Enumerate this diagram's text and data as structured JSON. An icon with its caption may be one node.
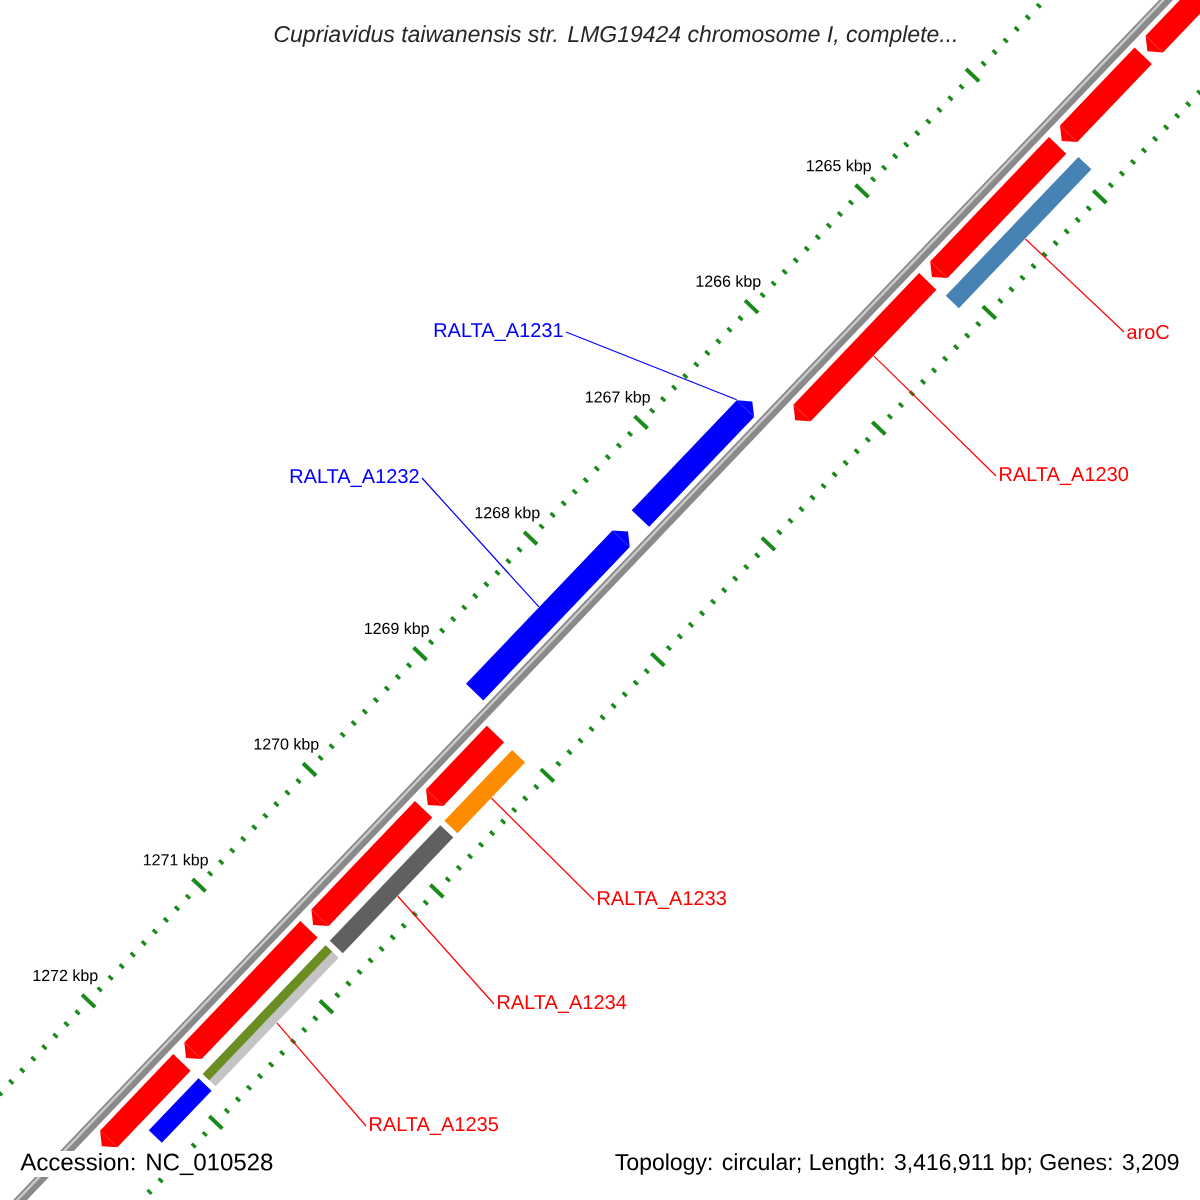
{
  "diagram": {
    "title": "Cupriavidus taiwanensis str. LMG19424 chromosome I, complete...",
    "nodes": [
      {
        "text": [
          "aroC"
        ]
      },
      {
        "text": [
          "RALTA_A1230"
        ]
      },
      {
        "text": [
          "RALTA_A1231"
        ]
      },
      {
        "text": [
          "RALTA_A1232"
        ]
      },
      {
        "text": [
          "RALTA_A1233"
        ]
      },
      {
        "text": [
          "RALTA_A1234"
        ]
      },
      {
        "text": [
          "RALTA_A1235"
        ]
      },
      {
        "text": [],
        "shape": "pentagon"
      },
      {
        "text": [],
        "shape": "pentagon"
      },
      {
        "text": [],
        "shape": "pentagon"
      },
      {
        "text": [],
        "shape": "pentagon"
      },
      {
        "text": [],
        "shape": "pentagon"
      },
      {
        "text": [],
        "shape": "pentagon"
      },
      {
        "text": [],
        "shape": "pentagon"
      },
      {
        "text": [],
        "shape": "pentagon"
      },
      {
        "text": [],
        "shape": "pentagon"
      },
      {
        "text": [],
        "shape": "pentagon"
      },
      {
        "text": [],
        "shape": "bar"
      },
      {
        "text": [],
        "shape": "bar"
      },
      {
        "text": [],
        "shape": "bar"
      },
      {
        "text": [],
        "shape": "bar"
      },
      {
        "text": [],
        "shape": "bar"
      }
    ],
    "edges": [
      {
        "from": 0,
        "to": 17,
        "arrow": "none"
      },
      {
        "from": 1,
        "to": 10,
        "arrow": "none"
      },
      {
        "from": 2,
        "to": 15,
        "arrow": "none",
        "color": "#0000ff"
      },
      {
        "from": 3,
        "to": 16,
        "arrow": "none",
        "color": "#0000ff"
      },
      {
        "from": 4,
        "to": 18,
        "arrow": "none"
      },
      {
        "from": 5,
        "to": 19,
        "arrow": "none"
      },
      {
        "from": 6,
        "to": 20,
        "arrow": "none"
      }
    ],
    "labels": [
      "1265 kbp",
      "1266 kbp",
      "1267 kbp",
      "1268 kbp",
      "1269 kbp",
      "1270 kbp",
      "1271 kbp",
      "1272 kbp",
      "Accession: NC_010528",
      "Topology: circular; Length: 3,416,911 bp; Genes: 3,209"
    ]
  }
}
